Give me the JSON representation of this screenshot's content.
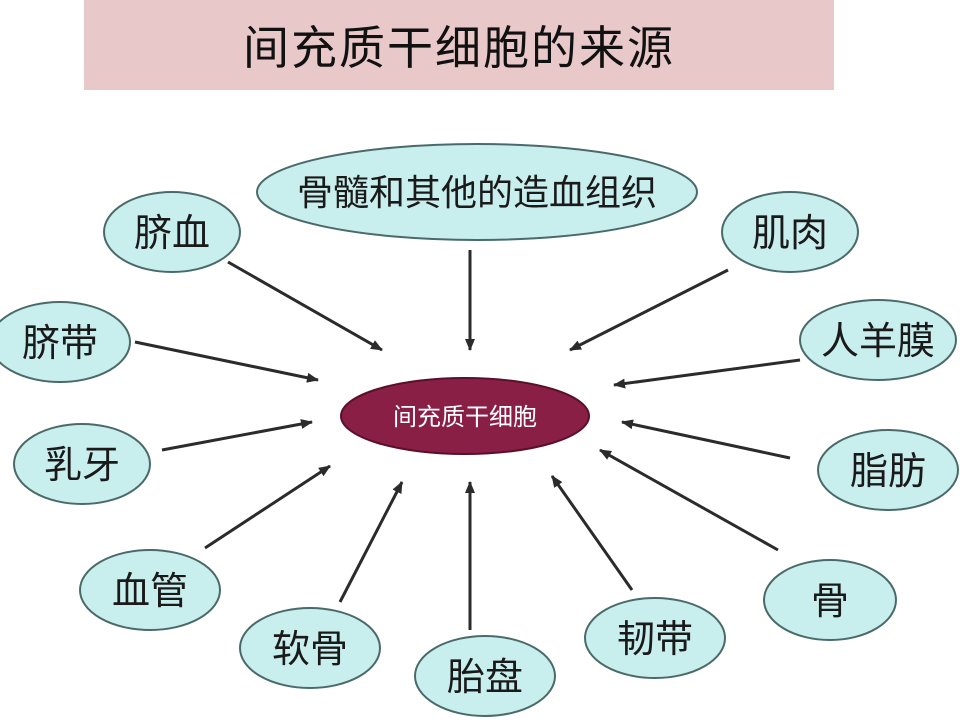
{
  "title": "间充质干细胞的来源",
  "colors": {
    "title_band": "#e8c8c8",
    "node_fill": "#c9eeee",
    "node_stroke": "#4a6a6a",
    "center_fill": "#8a1f45",
    "center_text": "#ffffff",
    "arrow": "#2b2b2b"
  },
  "center": {
    "label": "间充质干细胞"
  },
  "sources": [
    {
      "id": "bone-marrow",
      "label": "骨髓和其他的造血组织"
    },
    {
      "id": "cord-blood",
      "label": "脐血"
    },
    {
      "id": "muscle",
      "label": "肌肉"
    },
    {
      "id": "umbilical-cord",
      "label": "脐带"
    },
    {
      "id": "amnion",
      "label": "人羊膜"
    },
    {
      "id": "deciduous-teeth",
      "label": "乳牙"
    },
    {
      "id": "adipose",
      "label": "脂肪"
    },
    {
      "id": "blood-vessel",
      "label": "血管"
    },
    {
      "id": "bone",
      "label": "骨"
    },
    {
      "id": "cartilage",
      "label": "软骨"
    },
    {
      "id": "ligament",
      "label": "韧带"
    },
    {
      "id": "placenta",
      "label": "胎盘"
    }
  ]
}
